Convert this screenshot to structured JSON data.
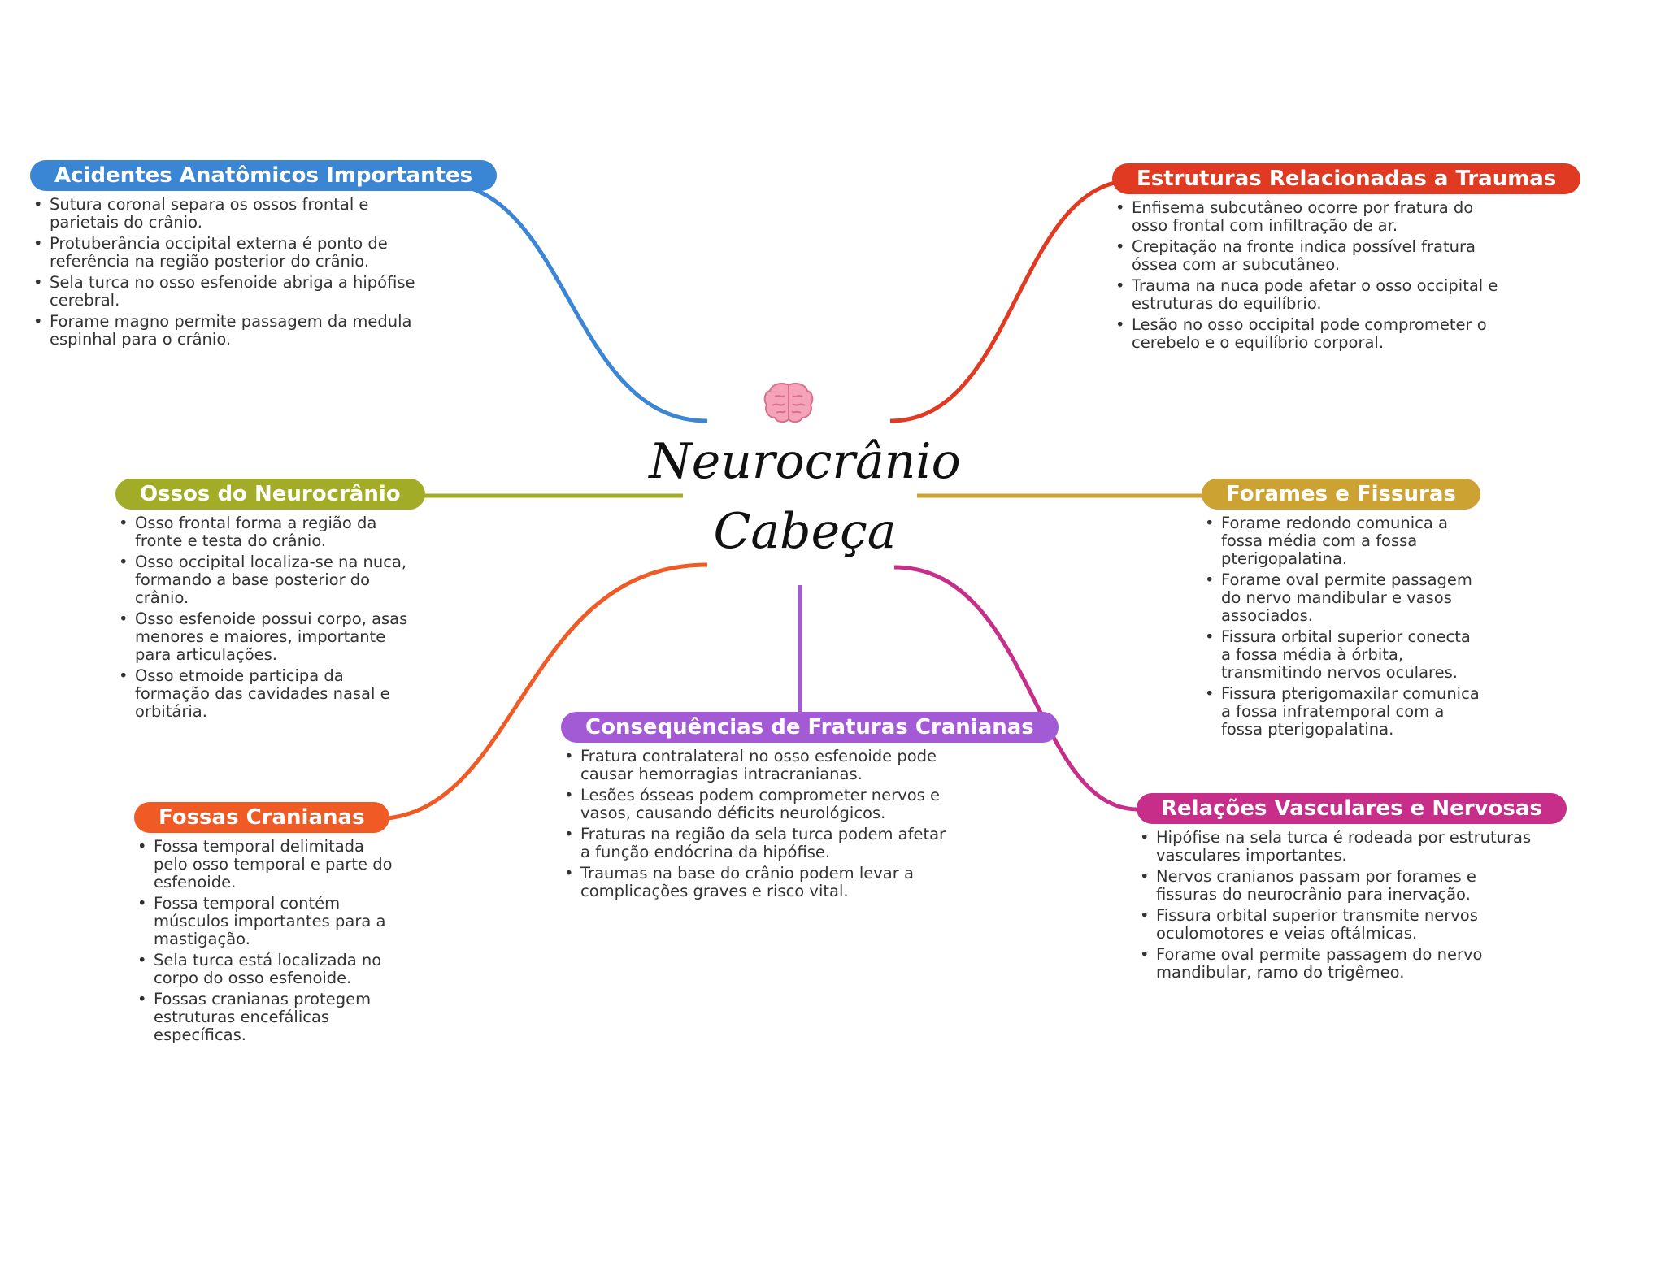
{
  "center": {
    "title_line1": "Neurocrânio",
    "title_line2": "Cabeça",
    "icon": "brain-icon"
  },
  "branches": {
    "acidentes": {
      "title": "Acidentes Anatômicos Importantes",
      "color": "#3a86d4",
      "items": [
        "Sutura coronal separa os ossos frontal e parietais do crânio.",
        "Protuberância occipital externa é ponto de referência na região posterior do crânio.",
        "Sela turca no osso esfenoide abriga a hipófise cerebral.",
        "Forame magno permite passagem da medula espinhal para o crânio."
      ]
    },
    "estruturas": {
      "title": "Estruturas Relacionadas a Traumas",
      "color": "#e03a22",
      "items": [
        "Enfisema subcutâneo ocorre por fratura do osso frontal com infiltração de ar.",
        "Crepitação na fronte indica possível fratura óssea com ar subcutâneo.",
        "Trauma na nuca pode afetar o osso occipital e estruturas do equilíbrio.",
        "Lesão no osso occipital pode comprometer o cerebelo e o equilíbrio corporal."
      ]
    },
    "ossos": {
      "title": "Ossos do Neurocrânio",
      "color": "#a3ac26",
      "items": [
        "Osso frontal forma a região da fronte e testa do crânio.",
        "Osso occipital localiza-se na nuca, formando a base posterior do crânio.",
        "Osso esfenoide possui corpo, asas menores e maiores, importante para articulações.",
        "Osso etmoide participa da formação das cavidades nasal e orbitária."
      ]
    },
    "forames": {
      "title": "Forames e Fissuras",
      "color": "#cca332",
      "items": [
        "Forame redondo comunica a fossa média com a fossa pterigopalatina.",
        "Forame oval permite passagem do nervo mandibular e vasos associados.",
        "Fissura orbital superior conecta a fossa média à órbita, transmitindo nervos oculares.",
        "Fissura pterigomaxilar comunica a fossa infratemporal com a fossa pterigopalatina."
      ]
    },
    "consequencias": {
      "title": "Consequências de Fraturas Cranianas",
      "color": "#a25bd4",
      "items": [
        "Fratura contralateral no osso esfenoide pode causar hemorragias intracranianas.",
        "Lesões ósseas podem comprometer nervos e vasos, causando déficits neurológicos.",
        "Fraturas na região da sela turca podem afetar a função endócrina da hipófise.",
        "Traumas na base do crânio podem levar a complicações graves e risco vital."
      ]
    },
    "fossas": {
      "title": "Fossas Cranianas",
      "color": "#f05a24",
      "items": [
        "Fossa temporal delimitada pelo osso temporal e parte do esfenoide.",
        "Fossa temporal contém músculos importantes para a mastigação.",
        "Sela turca está localizada no corpo do osso esfenoide.",
        "Fossas cranianas protegem estruturas encefálicas específicas."
      ]
    },
    "relacoes": {
      "title": "Relações Vasculares e Nervosas",
      "color": "#c62e8a",
      "items": [
        "Hipófise na sela turca é rodeada por estruturas vasculares importantes.",
        "Nervos cranianos passam por forames e fissuras do neurocrânio para inervação.",
        "Fissura orbital superior transmite nervos oculomotores e veias oftálmicas.",
        "Forame oval permite passagem do nervo mandibular, ramo do trigêmeo."
      ]
    }
  }
}
